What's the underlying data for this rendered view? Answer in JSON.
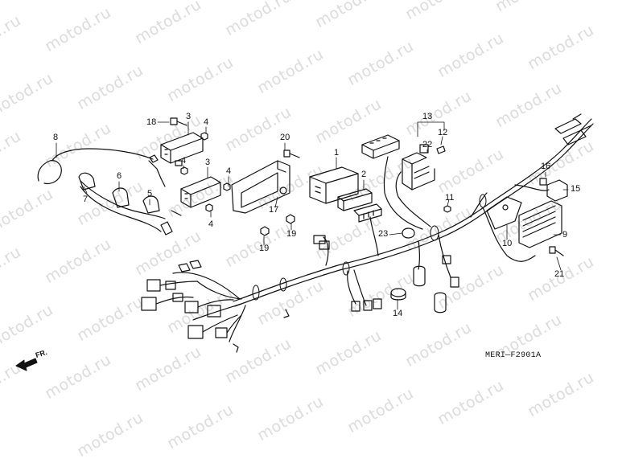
{
  "watermark": "motod.ru",
  "diagram_code": "MERI—F2901A",
  "direction_label": "FR.",
  "callouts": [
    {
      "id": "c1",
      "text": "1"
    },
    {
      "id": "c2",
      "text": "2"
    },
    {
      "id": "c3a",
      "text": "3"
    },
    {
      "id": "c3b",
      "text": "3"
    },
    {
      "id": "c4a",
      "text": "4"
    },
    {
      "id": "c4b",
      "text": "4"
    },
    {
      "id": "c4c",
      "text": "4"
    },
    {
      "id": "c4d",
      "text": "4"
    },
    {
      "id": "c5",
      "text": "5"
    },
    {
      "id": "c6",
      "text": "6"
    },
    {
      "id": "c7",
      "text": "7"
    },
    {
      "id": "c8",
      "text": "8"
    },
    {
      "id": "c9",
      "text": "9"
    },
    {
      "id": "c10",
      "text": "10"
    },
    {
      "id": "c11",
      "text": "11"
    },
    {
      "id": "c12",
      "text": "12"
    },
    {
      "id": "c13",
      "text": "13"
    },
    {
      "id": "c14",
      "text": "14"
    },
    {
      "id": "c15",
      "text": "15"
    },
    {
      "id": "c16",
      "text": "16"
    },
    {
      "id": "c17",
      "text": "17"
    },
    {
      "id": "c18",
      "text": "18"
    },
    {
      "id": "c19a",
      "text": "19"
    },
    {
      "id": "c19b",
      "text": "19"
    },
    {
      "id": "c20",
      "text": "20"
    },
    {
      "id": "c21",
      "text": "21"
    },
    {
      "id": "c22",
      "text": "22"
    },
    {
      "id": "c23",
      "text": "23"
    }
  ]
}
